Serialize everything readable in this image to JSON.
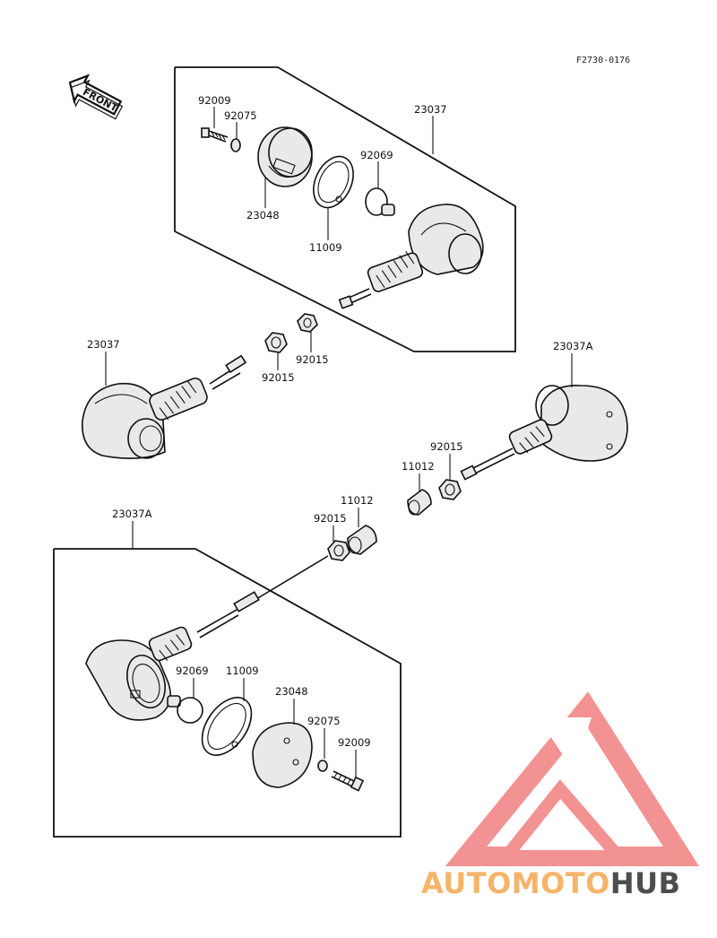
{
  "diagram": {
    "code": "F2730-0176",
    "front_label": "FRONT",
    "labels": {
      "top_92009": "92009",
      "top_92075": "92075",
      "top_23037": "23037",
      "top_92069": "92069",
      "top_23048": "23048",
      "top_11009": "11009",
      "mid_23037": "23037",
      "mid_92015_a": "92015",
      "mid_92015_b": "92015",
      "right_23037A": "23037A",
      "right_92015": "92015",
      "right_11012": "11012",
      "ctr_11012": "11012",
      "ctr_92015": "92015",
      "bot_23037A": "23037A",
      "bot_92069": "92069",
      "bot_11009": "11009",
      "bot_23048": "23048",
      "bot_92075": "92075",
      "bot_92009": "92009"
    }
  },
  "watermark": {
    "part1": "AUTOMOTO",
    "part2": "HUB",
    "colors": {
      "auto": "#f6b46a",
      "moto": "#f08a86",
      "hub": "#4d4d4d",
      "logo": "#f27f7f"
    }
  }
}
